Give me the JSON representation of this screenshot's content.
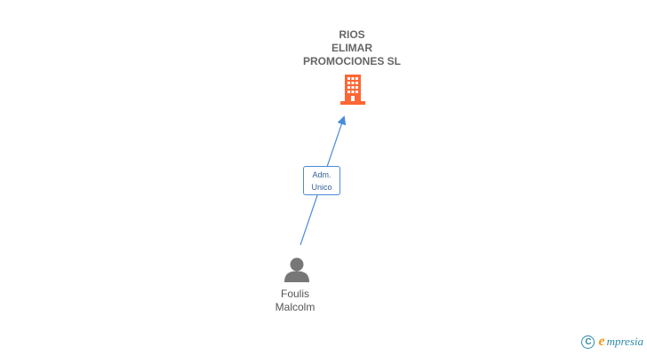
{
  "company": {
    "name_lines": [
      "RIOS",
      "ELIMAR",
      "PROMOCIONES SL"
    ],
    "icon": "building-icon",
    "color": "#ff6633"
  },
  "relation": {
    "role_lines": [
      "Adm.",
      "Unico"
    ],
    "line_color": "#4a8bd9"
  },
  "person": {
    "name_lines": [
      "Foulis",
      "Malcolm"
    ],
    "icon": "person-icon",
    "color": "#777777"
  },
  "footer": {
    "copyright_symbol": "C",
    "brand_initial": "e",
    "brand_rest": "mpresia"
  }
}
